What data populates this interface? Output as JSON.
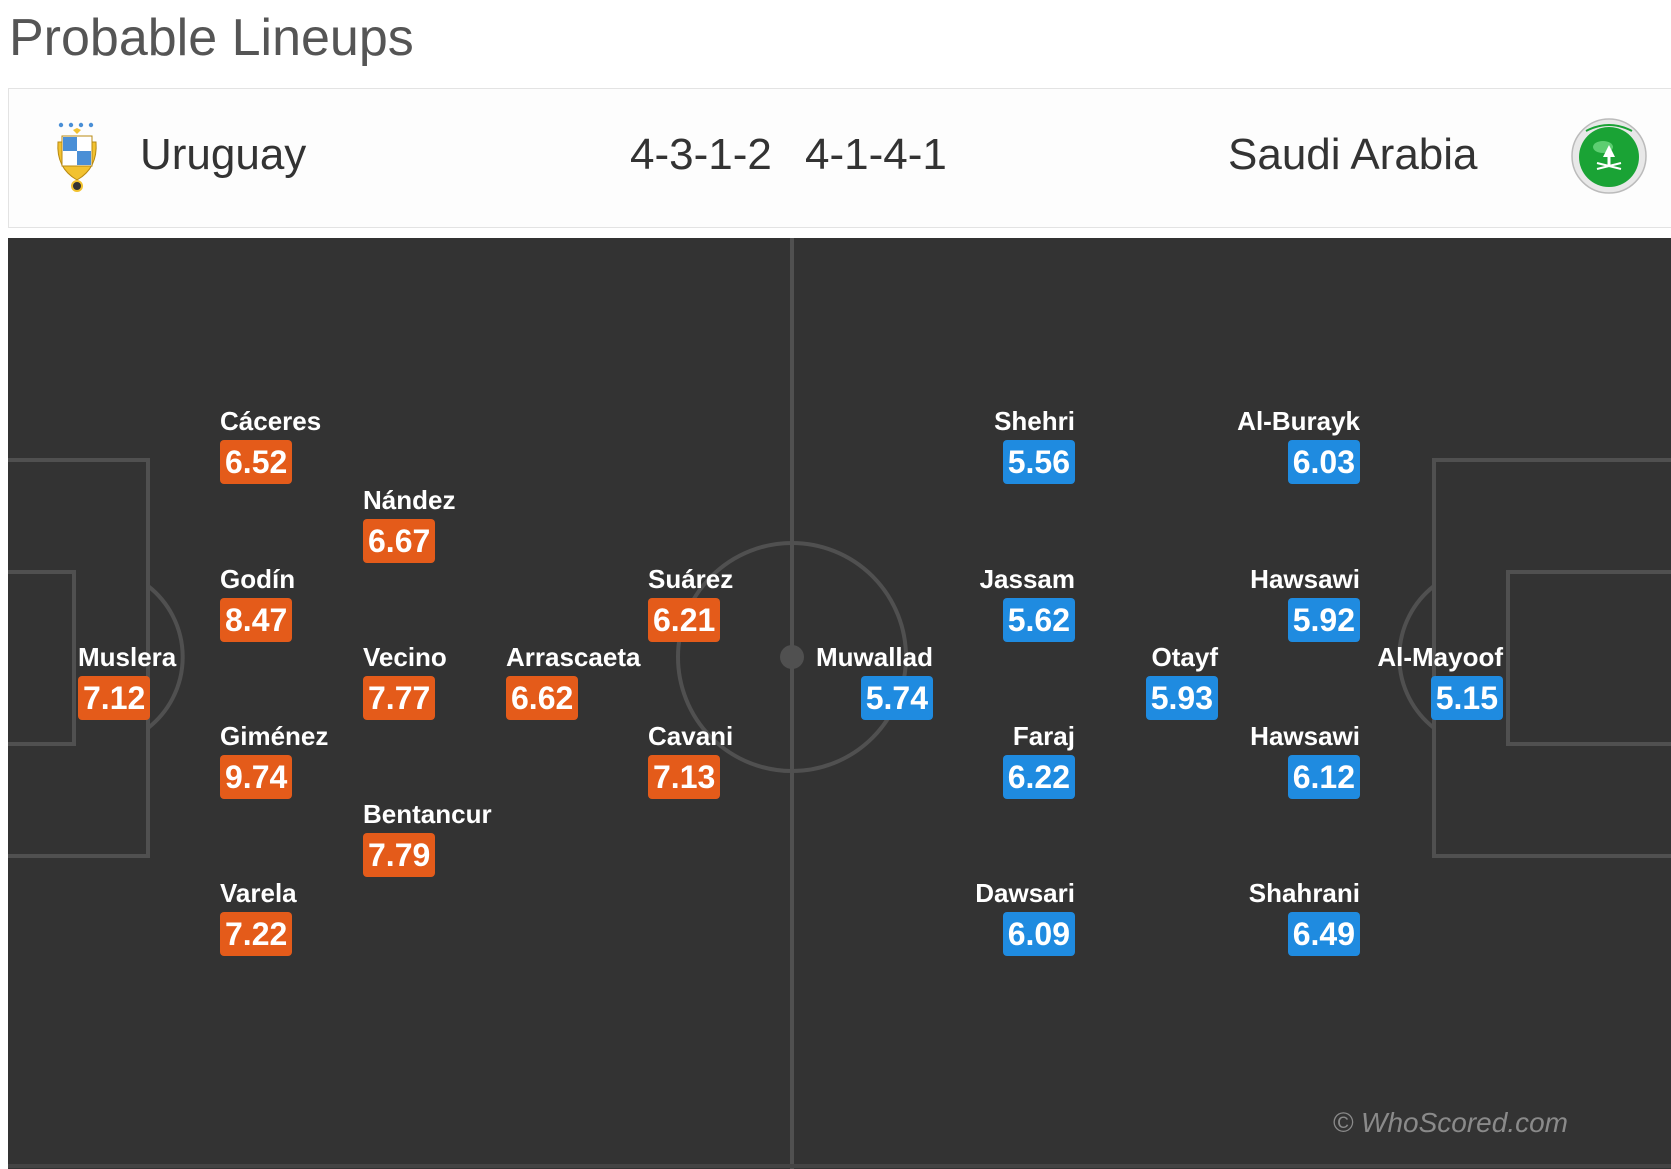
{
  "page": {
    "title": "Probable Lineups"
  },
  "home": {
    "name": "Uruguay",
    "formation": "4-3-1-2",
    "rating_color": "#e45b1a",
    "crest_icon": "uruguay-crest-icon"
  },
  "away": {
    "name": "Saudi Arabia",
    "formation": "4-1-4-1",
    "rating_color": "#1f8be0",
    "crest_icon": "saudi-arabia-crest-icon"
  },
  "home_players": [
    {
      "name": "Muslera",
      "rating": "7.12"
    },
    {
      "name": "Cáceres",
      "rating": "6.52"
    },
    {
      "name": "Godín",
      "rating": "8.47"
    },
    {
      "name": "Giménez",
      "rating": "9.74"
    },
    {
      "name": "Varela",
      "rating": "7.22"
    },
    {
      "name": "Nández",
      "rating": "6.67"
    },
    {
      "name": "Vecino",
      "rating": "7.77"
    },
    {
      "name": "Bentancur",
      "rating": "7.79"
    },
    {
      "name": "Arrascaeta",
      "rating": "6.62"
    },
    {
      "name": "Suárez",
      "rating": "6.21"
    },
    {
      "name": "Cavani",
      "rating": "7.13"
    }
  ],
  "away_players": [
    {
      "name": "Al-Mayoof",
      "rating": "5.15"
    },
    {
      "name": "Al-Burayk",
      "rating": "6.03"
    },
    {
      "name": "Hawsawi",
      "rating": "5.92"
    },
    {
      "name": "Hawsawi",
      "rating": "6.12"
    },
    {
      "name": "Shahrani",
      "rating": "6.49"
    },
    {
      "name": "Otayf",
      "rating": "5.93"
    },
    {
      "name": "Shehri",
      "rating": "5.56"
    },
    {
      "name": "Jassam",
      "rating": "5.62"
    },
    {
      "name": "Faraj",
      "rating": "6.22"
    },
    {
      "name": "Dawsari",
      "rating": "6.09"
    },
    {
      "name": "Muwallad",
      "rating": "5.74"
    }
  ],
  "watermark": "© WhoScored.com"
}
